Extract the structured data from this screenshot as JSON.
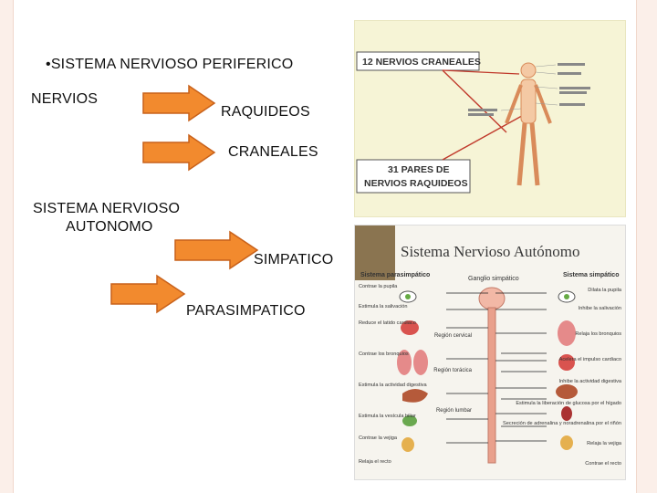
{
  "slide": {
    "title_bullet": "SISTEMA NERVIOSO PERIFERICO",
    "nervios": "NERVIOS",
    "raquideos": "RAQUIDEOS",
    "craneales": "CRANEALES",
    "autonomo_line1": "SISTEMA NERVIOSO",
    "autonomo_line2": "AUTONOMO",
    "simpatico": "SIMPATICO",
    "parasimpatico": "PARASIMPATICO"
  },
  "figure_nervios": {
    "label_top": "12 NERVIOS CRANEALES",
    "label_bottom_line1": "31 PARES DE",
    "label_bottom_line2": "NERVIOS RAQUIDEOS"
  },
  "figure_autonomo": {
    "title": "Sistema Nervioso Autónomo",
    "left_header": "Sistema parasimpático",
    "center_header": "Ganglio simpático",
    "right_header": "Sistema simpático",
    "left_labels": [
      "Contrae la pupila",
      "Estimula la salivación",
      "Reduce el latido cardiaco",
      "Contrae los bronquios",
      "Estimula la actividad digestiva",
      "Estimula la vesícula biliar",
      "Contrae la vejiga",
      "Relaja el recto"
    ],
    "right_labels": [
      "Dilata la pupila",
      "Inhibe la salivación",
      "Relaja los bronquios",
      "Acelera el impulso cardiaco",
      "Inhibe la actividad digestiva",
      "Estimula la liberación de glucosa por el hígado",
      "Secreción de adrenalina y noradrenalina por el riñón",
      "Relaja la vejiga",
      "Contrae el recto"
    ],
    "regions": [
      "Región cervical",
      "Región torácica",
      "Región lumbar"
    ]
  },
  "colors": {
    "arrow": "#f28a2e",
    "arrow_border": "#c8611a",
    "accent_red": "#c0392b"
  }
}
